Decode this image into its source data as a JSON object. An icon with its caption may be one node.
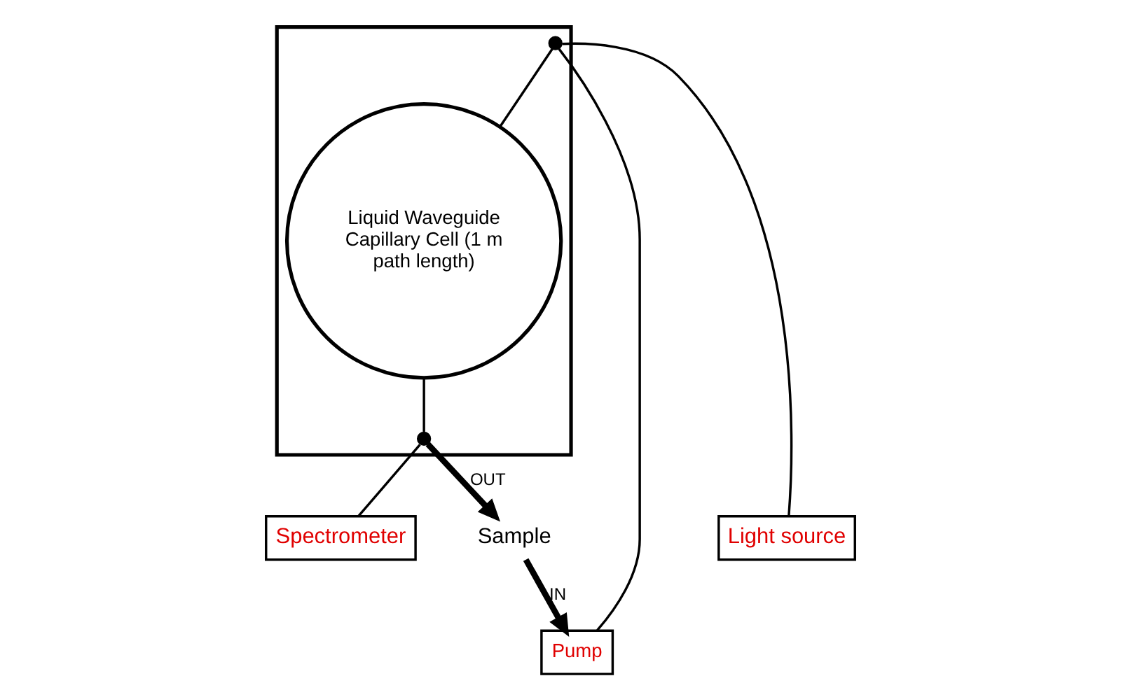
{
  "diagram": {
    "nodes": [
      {
        "text": [],
        "shape": "box"
      },
      {
        "text": [
          "Liquid Waveguide Capillary Cell (1 m path length)"
        ],
        "in": 0
      },
      {
        "text": [],
        "shape": "circle",
        "in": 0
      },
      {
        "text": [],
        "shape": "circle",
        "in": 0
      },
      {
        "text": [
          "Pump"
        ]
      },
      {
        "text": [
          "Light source"
        ]
      },
      {
        "text": [
          "Spectrometer"
        ]
      },
      {
        "text": [
          "Sample"
        ]
      }
    ],
    "edges": [
      {
        "from": 5,
        "to": 2,
        "arrow": "none"
      },
      {
        "from": 2,
        "to": 1,
        "arrow": "none"
      },
      {
        "from": 2,
        "to": 4,
        "arrow": "none"
      },
      {
        "from": 7,
        "to": 4,
        "arrow": "to",
        "label": "IN",
        "style": "thick"
      },
      {
        "from": 1,
        "to": 3,
        "arrow": "none"
      },
      {
        "from": 3,
        "to": 7,
        "arrow": "to",
        "label": "OUT",
        "style": "thick"
      },
      {
        "from": 3,
        "to": 6,
        "arrow": "none"
      }
    ]
  }
}
